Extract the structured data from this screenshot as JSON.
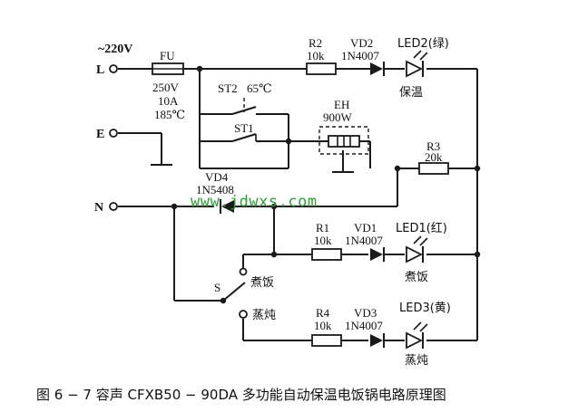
{
  "supply": {
    "voltage": "~220V",
    "line": "L",
    "earth": "E",
    "neutral": "N"
  },
  "fuse": {
    "name": "FU",
    "rating_v": "250V",
    "rating_a": "10A",
    "rating_t": "185℃"
  },
  "thermostat_st2": {
    "name": "ST2",
    "temp": "65℃"
  },
  "thermostat_st1": {
    "name": "ST1"
  },
  "heater": {
    "name": "EH",
    "power": "900W"
  },
  "r2": {
    "name": "R2",
    "value": "10k"
  },
  "vd2": {
    "name": "VD2",
    "model": "1N4007"
  },
  "led2": {
    "name": "LED2(绿)",
    "function": "保温"
  },
  "r3": {
    "name": "R3",
    "value": "20k"
  },
  "vd4": {
    "name": "VD4",
    "model": "1N5408"
  },
  "r1": {
    "name": "R1",
    "value": "10k"
  },
  "vd1": {
    "name": "VD1",
    "model": "1N4007"
  },
  "led1": {
    "name": "LED1(红)",
    "function": "煮饭"
  },
  "switch": {
    "name": "S",
    "pos_cook": "煮饭",
    "pos_stew": "蒸炖"
  },
  "r4": {
    "name": "R4",
    "value": "10k"
  },
  "vd3": {
    "name": "VD3",
    "model": "1N4007"
  },
  "led3": {
    "name": "LED3(黄)",
    "function": "蒸炖"
  },
  "watermark": "www.jdwxs.com",
  "caption": "图 6 − 7   容声 CFXB50 − 90DA 多功能自动保温电饭锅电路原理图"
}
